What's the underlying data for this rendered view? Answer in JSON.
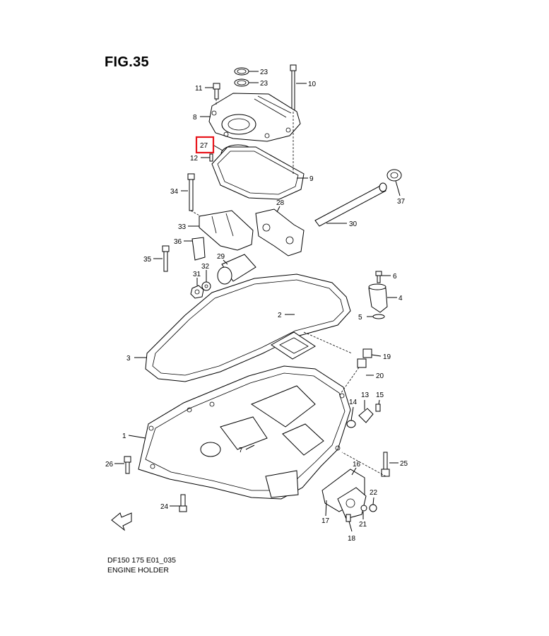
{
  "figure": {
    "title": "FIG.35",
    "code": "DF150 175 E01_035",
    "name": "ENGINE HOLDER",
    "highlight_color": "#e8141b",
    "highlighted_part": "27"
  },
  "callouts": [
    "23",
    "23",
    "11",
    "10",
    "8",
    "27",
    "12",
    "9",
    "34",
    "37",
    "28",
    "30",
    "33",
    "36",
    "29",
    "32",
    "35",
    "31",
    "6",
    "4",
    "2",
    "5",
    "3",
    "19",
    "20",
    "13",
    "15",
    "14",
    "1",
    "7",
    "16",
    "25",
    "26",
    "22",
    "24",
    "17",
    "21",
    "18"
  ],
  "decor": {
    "fwd_icon": "fwd-arrow-icon"
  }
}
